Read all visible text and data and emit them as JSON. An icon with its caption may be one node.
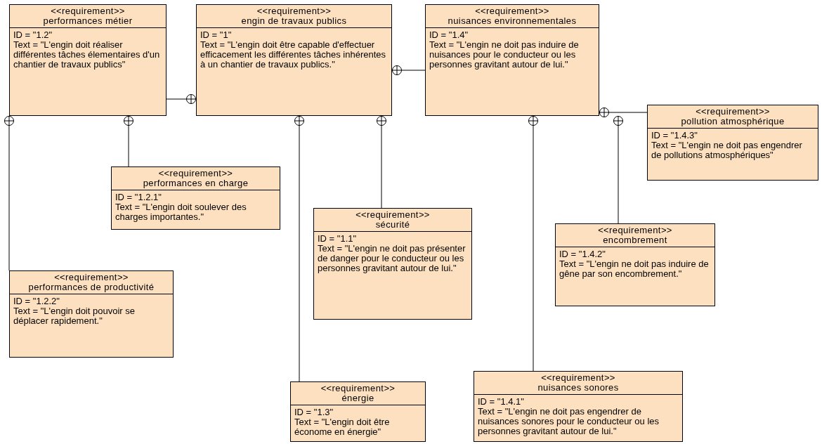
{
  "diagram": {
    "nodes": [
      {
        "text": [
          "<<requirement>>",
          "performances métier",
          "ID = \"1.2\"",
          "Text = \"L'engin doit réaliser différentes tâches élementaires d'un chantier de travaux publics\""
        ]
      },
      {
        "text": [
          "<<requirement>>",
          "engin de travaux publics",
          "ID = \"1\"",
          "Text = \"L'engin doit être capable d'effectuer efficacement les différentes tâches inhérentes à un chantier de travaux publics.\""
        ]
      },
      {
        "text": [
          "<<requirement>>",
          "nuisances environnementales",
          "ID = \"1.4\"",
          "Text = \"L'engin ne doit pas induire de nuisances pour le conducteur ou les personnes gravitant autour de lui.\""
        ]
      },
      {
        "text": [
          "<<requirement>>",
          "pollution atmosphérique",
          "ID = \"1.4.3\"",
          "Text = \"L'engin ne doit pas engendrer de pollutions atmosphériques\""
        ]
      },
      {
        "text": [
          "<<requirement>>",
          "performances en charge",
          "ID = \"1.2.1\"",
          "Text = \"L'engin doit soulever des charges importantes.\""
        ]
      },
      {
        "text": [
          "<<requirement>>",
          "sécurité",
          "ID = \"1.1\"",
          "Text = \"L'engin ne doit pas présenter de danger pour le conducteur ou les personnes gravitant autour de lui.\""
        ]
      },
      {
        "text": [
          "<<requirement>>",
          "encombrement",
          "ID = \"1.4.2\"",
          "Text = \"L'engin ne doit pas induire de gêne par son encombrement.\""
        ]
      },
      {
        "text": [
          "<<requirement>>",
          "performances de productivité",
          "ID = \"1.2.2\"",
          "Text = \"L'engin doit pouvoir se déplacer rapidement.\""
        ]
      },
      {
        "text": [
          "<<requirement>>",
          "énergie",
          "ID = \"1.3\"",
          "Text = \"L'engin doit être économe en énergie\""
        ]
      },
      {
        "text": [
          "<<requirement>>",
          "nuisances sonores",
          "ID = \"1.4.1\"",
          "Text = \"L'engin ne doit pas engendrer de nuisances sonores pour le conducteur ou les personnes gravitant autour de lui.\""
        ]
      }
    ],
    "edges": [
      {
        "from": 1,
        "to": 0,
        "arrow": "other"
      },
      {
        "from": 1,
        "to": 2,
        "arrow": "other"
      },
      {
        "from": 0,
        "to": 7,
        "arrow": "other"
      },
      {
        "from": 0,
        "to": 4,
        "arrow": "other"
      },
      {
        "from": 1,
        "to": 8,
        "arrow": "other"
      },
      {
        "from": 1,
        "to": 5,
        "arrow": "other"
      },
      {
        "from": 2,
        "to": 9,
        "arrow": "other"
      },
      {
        "from": 2,
        "to": 6,
        "arrow": "other"
      },
      {
        "from": 2,
        "to": 3,
        "arrow": "other"
      }
    ]
  }
}
